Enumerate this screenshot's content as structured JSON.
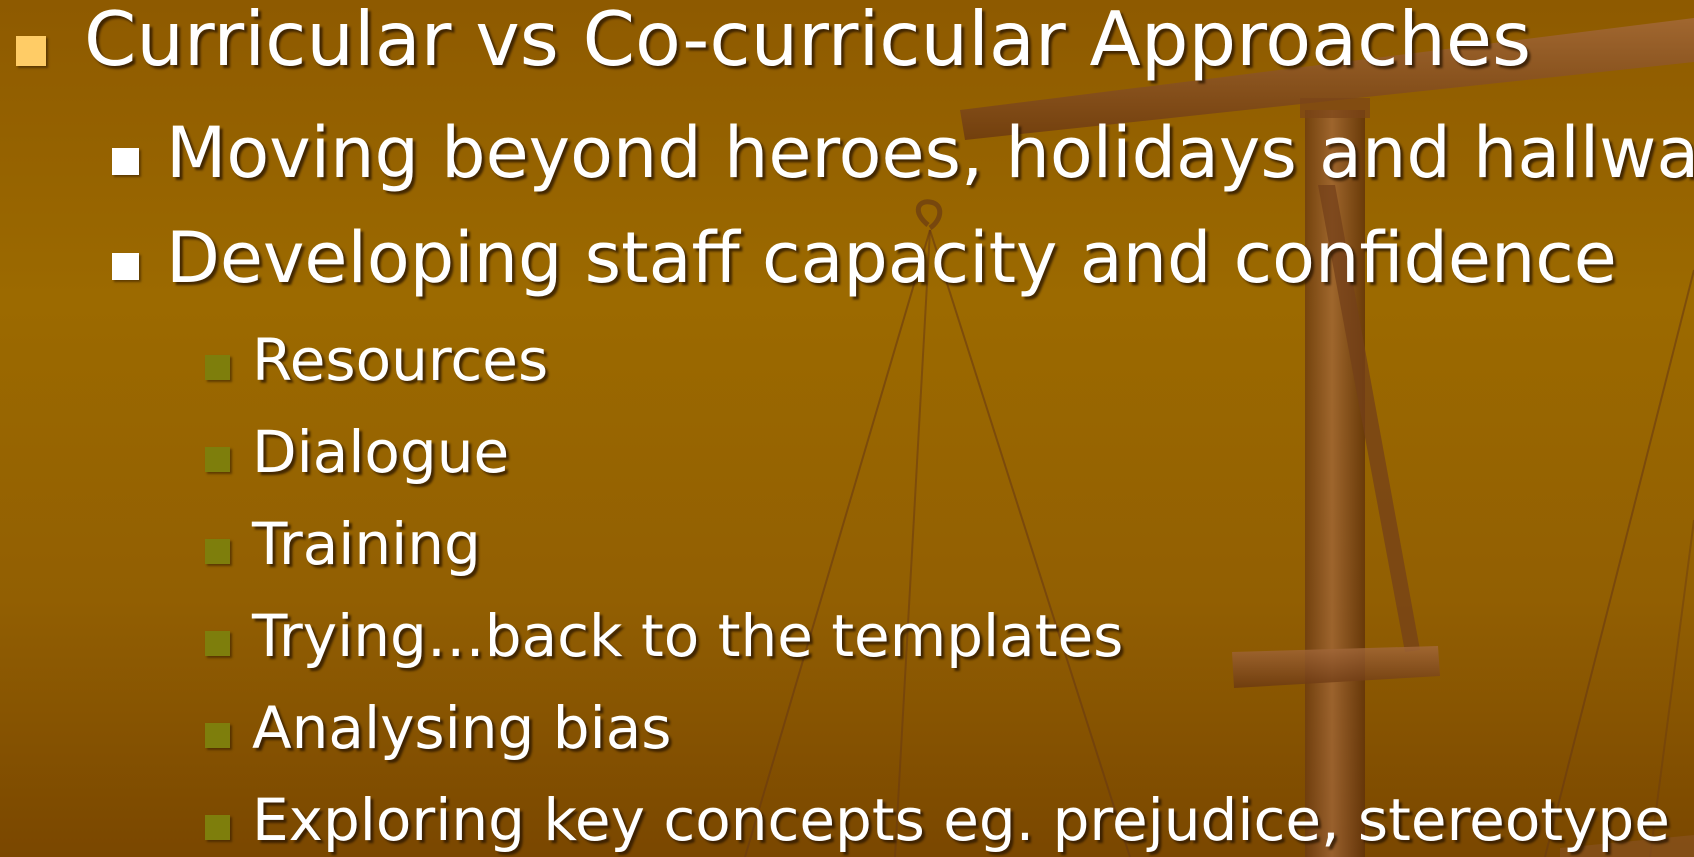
{
  "colors": {
    "level1_bullet": "#ffcc66",
    "level2_bullet": "#ffffff",
    "level3_bullet": "#7e7e0c",
    "text": "#ffffff",
    "background": "#9a6500"
  },
  "slide": {
    "title": "Curricular vs Co-curricular Approaches",
    "points": [
      "Moving beyond heroes, holidays and hallways",
      "Developing staff capacity and confidence"
    ],
    "subpoints": [
      "Resources",
      "Dialogue",
      "Training",
      "Trying…back to the templates",
      "Analysing bias",
      "Exploring key concepts eg. prejudice, stereotype"
    ],
    "background_image": "scales-of-justice"
  }
}
